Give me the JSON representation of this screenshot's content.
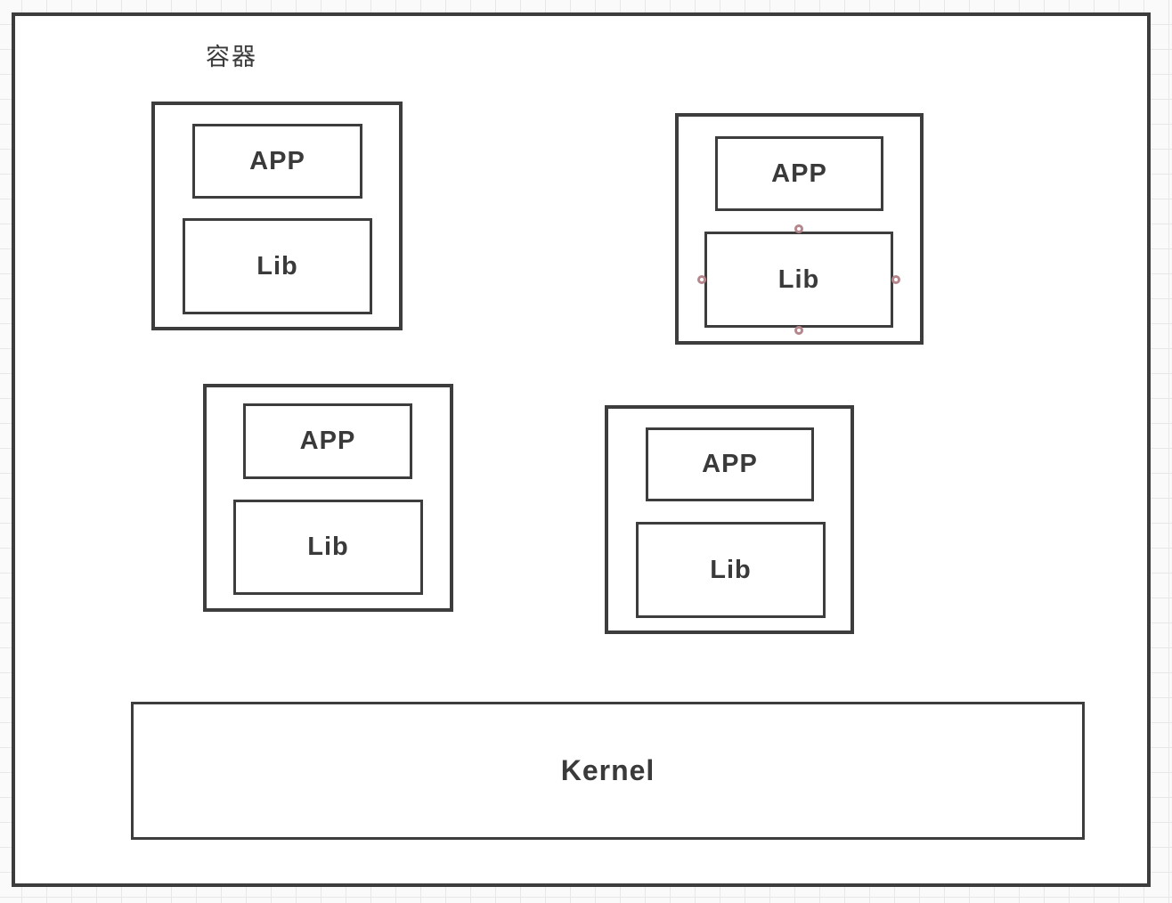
{
  "app": {
    "canvas_background": "#fafafa",
    "grid_color": "#e8e8e8",
    "shape_stroke_color": "#3d3d3d",
    "shape_fill_color": "#ffffff",
    "text_color": "#3a3a3a",
    "selection_handle_color": "#b5868c"
  },
  "diagram": {
    "label": "容器",
    "containers": [
      {
        "position": "top-left",
        "app_label": "APP",
        "lib_label": "Lib",
        "selected": false
      },
      {
        "position": "top-right",
        "app_label": "APP",
        "lib_label": "Lib",
        "selected": true
      },
      {
        "position": "bottom-left",
        "app_label": "APP",
        "lib_label": "Lib",
        "selected": false
      },
      {
        "position": "bottom-right",
        "app_label": "APP",
        "lib_label": "Lib",
        "selected": false
      }
    ],
    "kernel_label": "Kernel",
    "selection": {
      "selected_shape": "lib-box of top-right container",
      "handle_positions": [
        "top",
        "right",
        "bottom",
        "left"
      ]
    }
  }
}
